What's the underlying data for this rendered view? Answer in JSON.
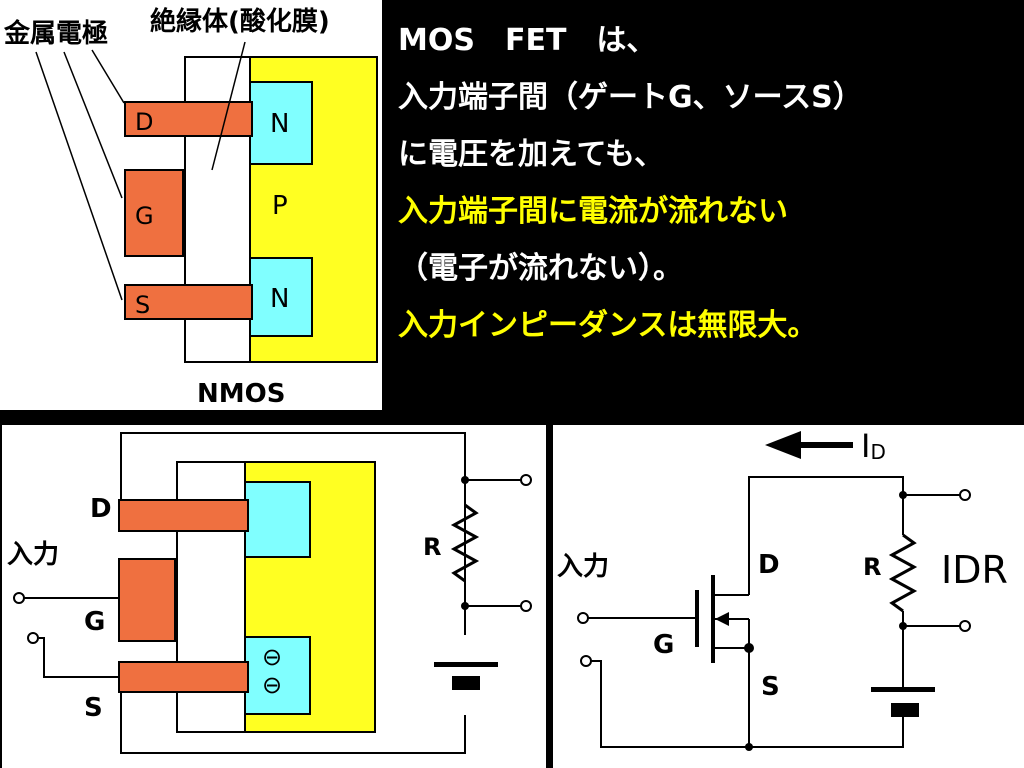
{
  "colors": {
    "background": "#000000",
    "panel": "#ffffff",
    "metal": "#ef7040",
    "oxide": "#ffffff",
    "p_substrate": "#ffff22",
    "n_region": "#80ffff",
    "highlight_text": "#ffff00",
    "body_text": "#ffffff"
  },
  "top_diagram": {
    "label_metal": "金属電極",
    "label_oxide": "絶縁体(酸化膜)",
    "gate_D": "D",
    "gate_G": "G",
    "gate_S": "S",
    "region_N_top": "N",
    "region_P": "P",
    "region_N_bottom": "N",
    "caption": "NMOS"
  },
  "explanation": {
    "lines": [
      {
        "text": "MOS　FET　は、",
        "highlight": false
      },
      {
        "text": "入力端子間（ゲートG、ソースS）",
        "highlight": false
      },
      {
        "text": "に電圧を加えても、",
        "highlight": false
      },
      {
        "text": "入力端子間に電流が流れない",
        "highlight": true
      },
      {
        "text": "（電子が流れない）。",
        "highlight": false
      },
      {
        "text": "入力インピーダンスは無限大。",
        "highlight": true
      }
    ]
  },
  "bottom_left_diagram": {
    "label_D": "D",
    "label_input": "入力",
    "label_G": "G",
    "label_S": "S",
    "label_R": "R",
    "electron_symbols": [
      "⊖",
      "⊖"
    ]
  },
  "bottom_right_diagram": {
    "label_current": "I",
    "label_current_sub": "D",
    "label_D": "D",
    "label_input": "入力",
    "label_G": "G",
    "label_S": "S",
    "label_R": "R",
    "label_voltage": "IDR"
  }
}
